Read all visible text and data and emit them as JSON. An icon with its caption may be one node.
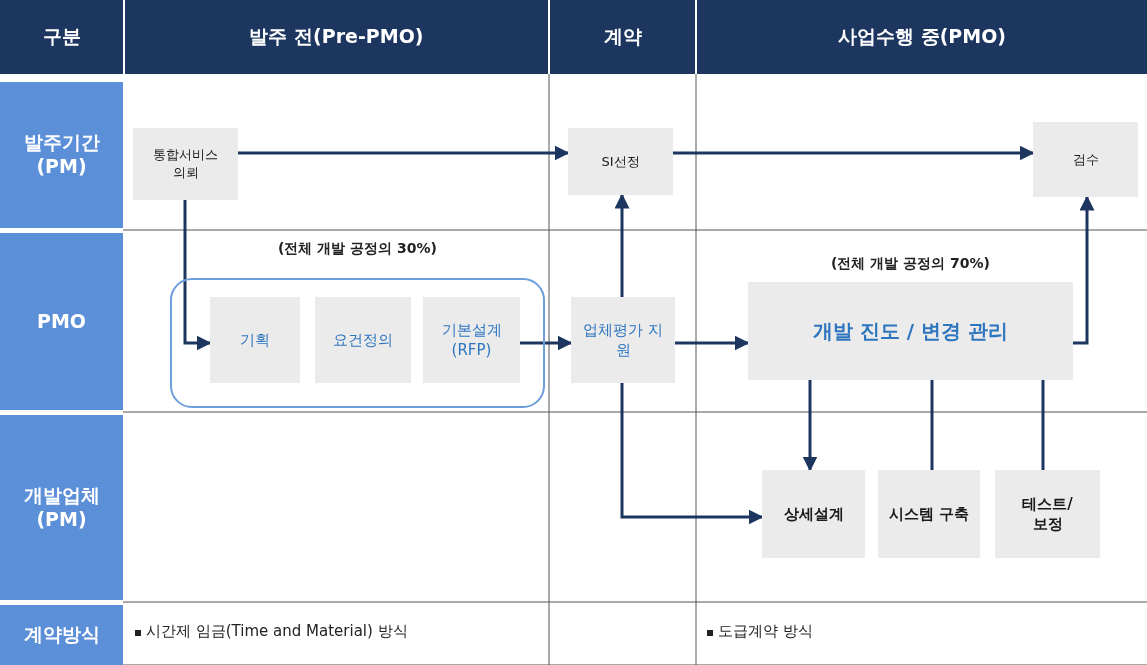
{
  "diagram": {
    "nodes": [
      {
        "text": [
          "구분"
        ]
      },
      {
        "text": [
          "발주 전(Pre-PMO)"
        ]
      },
      {
        "text": [
          "계약"
        ]
      },
      {
        "text": [
          "사업수행 중(PMO)"
        ]
      },
      {
        "text": [
          "발주기간 (PM)"
        ]
      },
      {
        "text": [
          "PMO"
        ]
      },
      {
        "text": [
          "개발업체 (PM)"
        ]
      },
      {
        "text": [
          "계약방식"
        ]
      },
      {
        "text": [
          "통합서비스 의뢰"
        ]
      },
      {
        "text": [
          "SI선정"
        ]
      },
      {
        "text": [
          "검수"
        ]
      },
      {
        "text": [
          "(전체 개발 공정의 30%)"
        ]
      },
      {
        "text": [
          "기획"
        ],
        "in": 11
      },
      {
        "text": [
          "요건정의"
        ],
        "in": 11
      },
      {
        "text": [
          "기본설계 (RFP)"
        ],
        "in": 11
      },
      {
        "text": [
          "업체평가 지원"
        ]
      },
      {
        "text": [
          "개발 진도 / 변경 관리"
        ],
        "beside": [
          "(전체 개발 공정의 70%)"
        ]
      },
      {
        "text": [
          "상세설계"
        ]
      },
      {
        "text": [
          "시스템 구축"
        ]
      },
      {
        "text": [
          "테스트/ 보정"
        ]
      }
    ],
    "edges": [
      {
        "from": 8,
        "to": 9,
        "arrow": "to"
      },
      {
        "from": 9,
        "to": 10,
        "arrow": "to"
      },
      {
        "from": 8,
        "to": 12,
        "arrow": "to"
      },
      {
        "from": 14,
        "to": 15,
        "arrow": "to"
      },
      {
        "from": 15,
        "to": 9,
        "arrow": "to"
      },
      {
        "from": 15,
        "to": 16,
        "arrow": "to"
      },
      {
        "from": 15,
        "to": 17,
        "arrow": "to"
      },
      {
        "from": 16,
        "to": 10,
        "arrow": "to"
      },
      {
        "from": 16,
        "to": 17,
        "arrow": "to"
      },
      {
        "from": 16,
        "to": 18,
        "arrow": "none"
      },
      {
        "from": 16,
        "to": 19,
        "arrow": "none"
      }
    ],
    "labels": [
      "시간제 임금(Time and Material) 방식",
      "도급계약 방식"
    ]
  }
}
